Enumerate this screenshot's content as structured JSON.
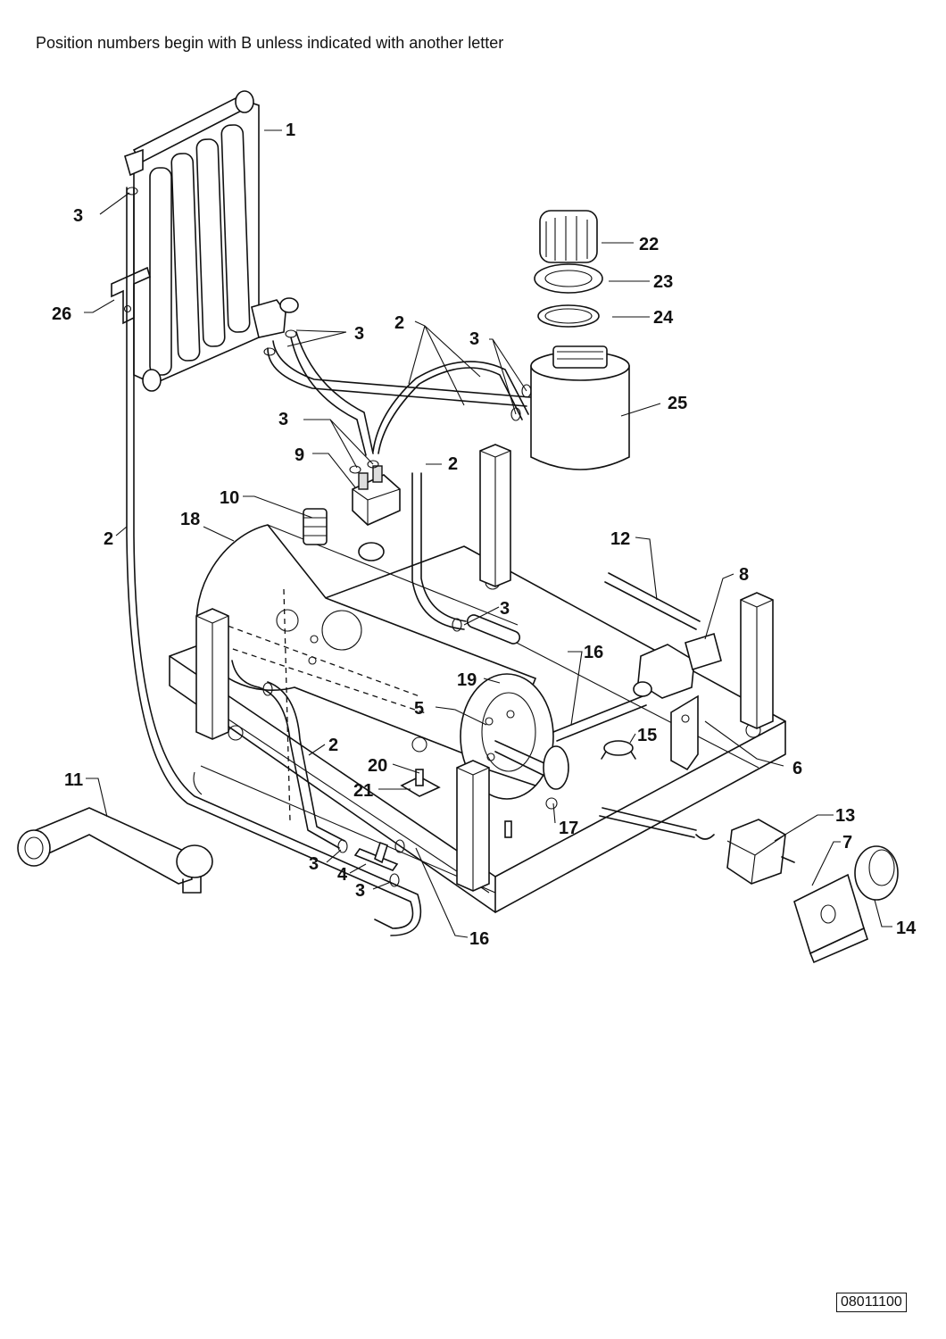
{
  "header": {
    "note": "Position numbers begin with B unless indicated with another letter"
  },
  "footer": {
    "drawing_id": "08011100"
  },
  "callouts": [
    {
      "id": "c1",
      "text": "1"
    },
    {
      "id": "c3a",
      "text": "3"
    },
    {
      "id": "c26",
      "text": "26"
    },
    {
      "id": "c3b",
      "text": "3"
    },
    {
      "id": "c2a",
      "text": "2"
    },
    {
      "id": "c3c",
      "text": "3"
    },
    {
      "id": "c22",
      "text": "22"
    },
    {
      "id": "c23",
      "text": "23"
    },
    {
      "id": "c24",
      "text": "24"
    },
    {
      "id": "c25",
      "text": "25"
    },
    {
      "id": "c3d",
      "text": "3"
    },
    {
      "id": "c9",
      "text": "9"
    },
    {
      "id": "c2b",
      "text": "2"
    },
    {
      "id": "c10",
      "text": "10"
    },
    {
      "id": "c18",
      "text": "18"
    },
    {
      "id": "c2c",
      "text": "2"
    },
    {
      "id": "c12",
      "text": "12"
    },
    {
      "id": "c8",
      "text": "8"
    },
    {
      "id": "c3e",
      "text": "3"
    },
    {
      "id": "c16a",
      "text": "16"
    },
    {
      "id": "c19",
      "text": "19"
    },
    {
      "id": "c5",
      "text": "5"
    },
    {
      "id": "c15",
      "text": "15"
    },
    {
      "id": "c2d",
      "text": "2"
    },
    {
      "id": "c6",
      "text": "6"
    },
    {
      "id": "c20",
      "text": "20"
    },
    {
      "id": "c21",
      "text": "21"
    },
    {
      "id": "c11",
      "text": "11"
    },
    {
      "id": "c17",
      "text": "17"
    },
    {
      "id": "c13",
      "text": "13"
    },
    {
      "id": "c7",
      "text": "7"
    },
    {
      "id": "c3f",
      "text": "3"
    },
    {
      "id": "c4",
      "text": "4"
    },
    {
      "id": "c3g",
      "text": "3"
    },
    {
      "id": "c16b",
      "text": "16"
    },
    {
      "id": "c14",
      "text": "14"
    }
  ]
}
